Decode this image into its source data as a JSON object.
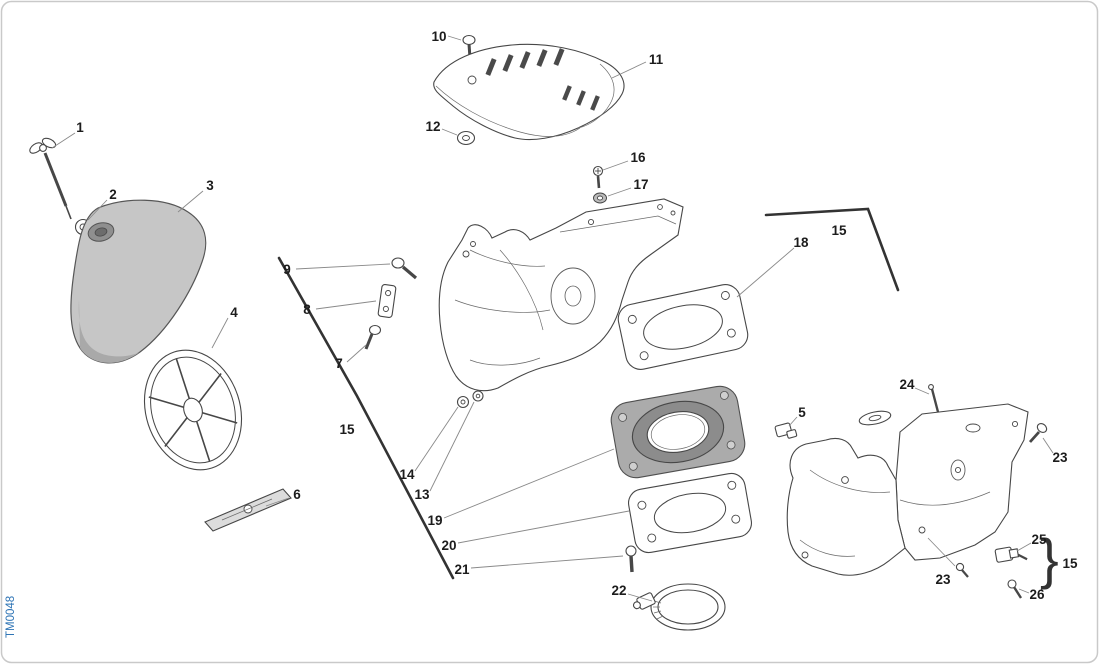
{
  "diagram": {
    "watermark": "TM0048",
    "callouts": [
      "10",
      "11",
      "12",
      "16",
      "17",
      "1",
      "2",
      "3",
      "4",
      "6",
      "9",
      "8",
      "7",
      "15",
      "14",
      "13",
      "19",
      "20",
      "21",
      "22",
      "18",
      "15",
      "24",
      "5",
      "23",
      "25",
      "23",
      "26",
      "15"
    ],
    "brace_glyph": "}"
  }
}
